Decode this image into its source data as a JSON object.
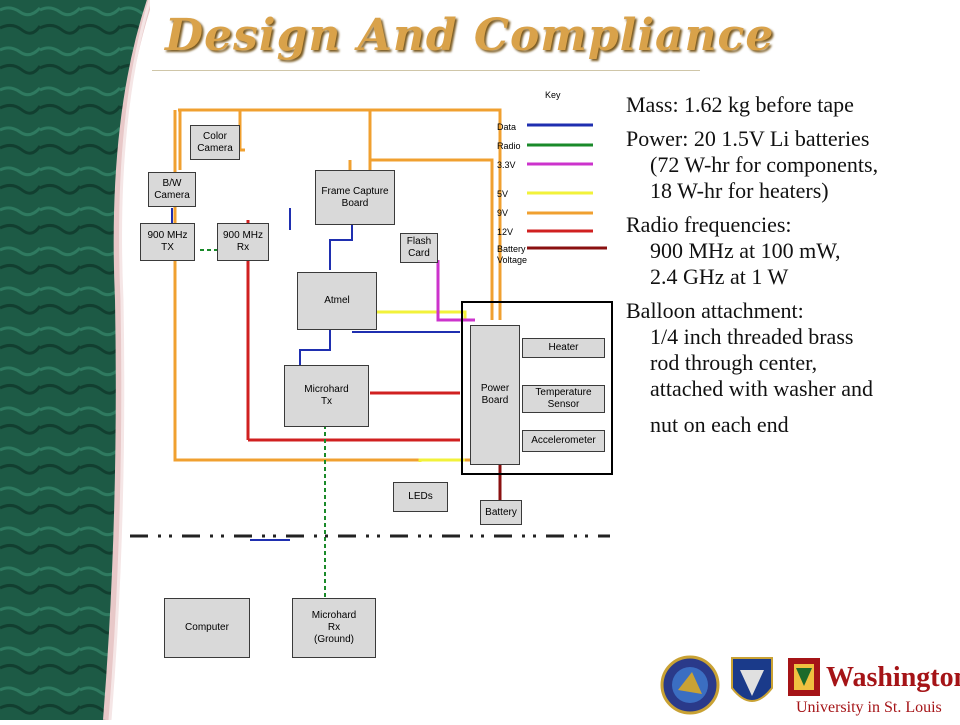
{
  "title": "Design And Compliance",
  "key": {
    "heading": "Key",
    "entries": [
      {
        "label": "Data",
        "color": "#1f2fb0"
      },
      {
        "label": "Radio",
        "color": "#1a8a2a"
      },
      {
        "label": "3.3V",
        "color": "#cc33cc"
      },
      {
        "label": "5V",
        "color": "#f2f23a"
      },
      {
        "label": "9V",
        "color": "#f0a030"
      },
      {
        "label": "12V",
        "color": "#d02020"
      },
      {
        "label": "Battery\nVoltage",
        "color": "#8a1010"
      }
    ]
  },
  "components": {
    "color_camera": "Color\nCamera",
    "bw_camera": "B/W\nCamera",
    "frame_capture": "Frame Capture\nBoard",
    "tx900": "900 MHz\nTX",
    "rx900": "900 MHz\nRx",
    "flash_card": "Flash\nCard",
    "atmel": "Atmel",
    "microhard_tx": "Microhard\nTx",
    "power_board": "Power\nBoard",
    "heater": "Heater",
    "temp_sensor": "Temperature\nSensor",
    "accelerometer": "Accelerometer",
    "leds": "LEDs",
    "battery": "Battery",
    "computer": "Computer",
    "microhard_rx": "Microhard\nRx\n(Ground)"
  },
  "bullets": [
    {
      "head": "Mass: 1.62 kg before tape",
      "subs": []
    },
    {
      "head": "Power: 20 1.5V Li batteries",
      "subs": [
        "(72 W-hr for components,",
        "18 W-hr for heaters)"
      ]
    },
    {
      "head": "Radio frequencies:",
      "subs": [
        "900 MHz at 100 mW,",
        "2.4 GHz at 1 W"
      ]
    },
    {
      "head": "Balloon attachment:",
      "subs": [
        "1/4 inch threaded brass",
        "rod through center,",
        "attached with washer and",
        "nut on each end"
      ]
    }
  ],
  "logos": {
    "washington_line1": "Washington",
    "washington_line2": "University in St. Louis"
  }
}
